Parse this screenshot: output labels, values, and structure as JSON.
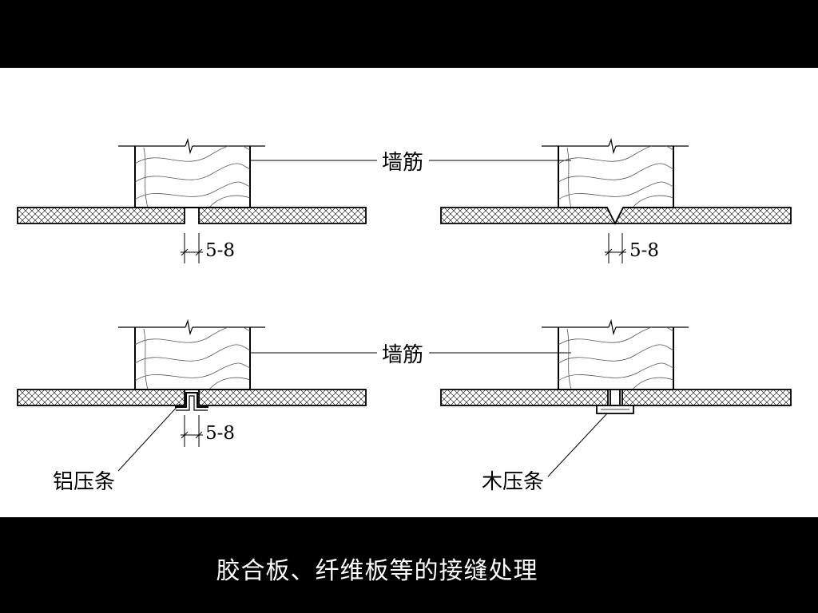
{
  "labels": {
    "stud": "墙筋",
    "gap": "5-8",
    "aluminum_strip": "铝压条",
    "wood_strip": "木压条"
  },
  "caption": "胶合板、纤维板等的接缝处理",
  "colors": {
    "background": "#000000",
    "panel": "#ffffff",
    "ink": "#000000",
    "caption_text": "#ffffff"
  },
  "details": [
    {
      "id": "detail-1",
      "joint": "open-gap"
    },
    {
      "id": "detail-2",
      "joint": "v-groove"
    },
    {
      "id": "detail-3",
      "joint": "aluminum-strip"
    },
    {
      "id": "detail-4",
      "joint": "wood-strip"
    }
  ]
}
